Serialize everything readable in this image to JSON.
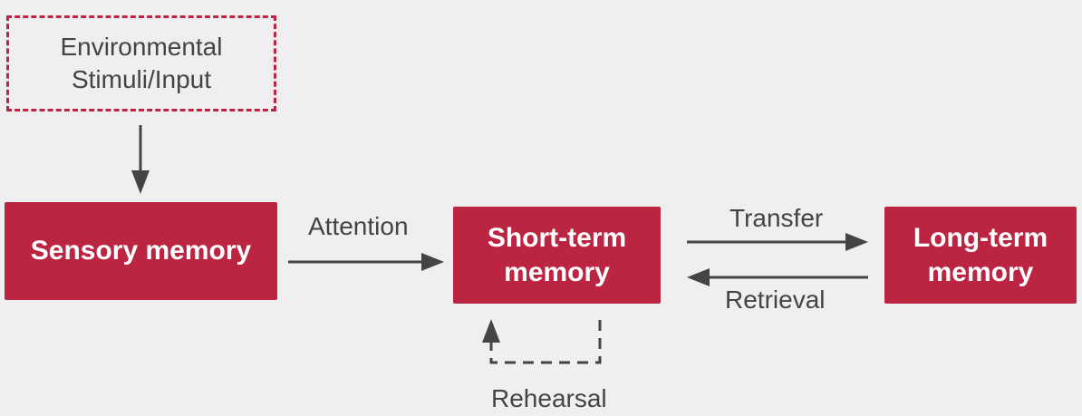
{
  "nodes": {
    "input": "Environmental\nStimuli/Input",
    "sensory": "Sensory memory",
    "short_term": "Short-term\nmemory",
    "long_term": "Long-term\nmemory"
  },
  "edges": {
    "input_to_sensory": "",
    "attention": "Attention",
    "transfer": "Transfer",
    "retrieval": "Retrieval",
    "rehearsal": "Rehearsal"
  },
  "colors": {
    "accent": "#bc2541",
    "arrow": "#444444",
    "background": "#efefef"
  }
}
